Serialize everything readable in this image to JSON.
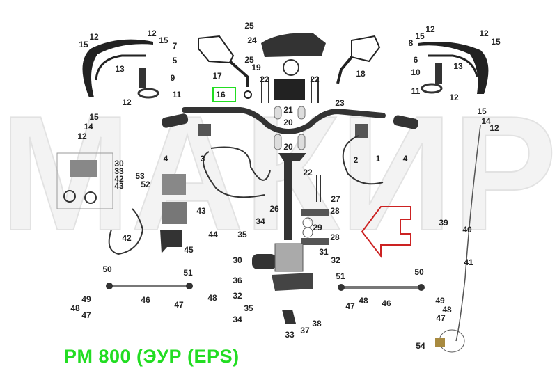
{
  "title": "PM 800 (ЭУР (EPS)",
  "watermark": "МАКИР",
  "highlighted_part": "16",
  "colors": {
    "title": "#22dd22",
    "highlight": "#22dd22",
    "arrow": "#cc2222",
    "parts": "#222222"
  },
  "labels": [
    "12",
    "15",
    "12",
    "15",
    "7",
    "5",
    "13",
    "9",
    "11",
    "12",
    "15",
    "14",
    "12",
    "25",
    "24",
    "25",
    "19",
    "17",
    "16",
    "22",
    "22",
    "21",
    "23",
    "20",
    "20",
    "18",
    "12",
    "15",
    "12",
    "8",
    "15",
    "6",
    "13",
    "10",
    "11",
    "12",
    "15",
    "14",
    "12",
    "4",
    "3",
    "2",
    "1",
    "4",
    "30",
    "33",
    "42",
    "43",
    "53",
    "52",
    "22",
    "27",
    "26",
    "28",
    "34",
    "29",
    "35",
    "28",
    "43",
    "44",
    "42",
    "45",
    "31",
    "30",
    "32",
    "36",
    "32",
    "35",
    "34",
    "33",
    "37",
    "38",
    "50",
    "51",
    "49",
    "46",
    "48",
    "47",
    "47",
    "48",
    "51",
    "50",
    "48",
    "46",
    "47",
    "49",
    "48",
    "47",
    "39",
    "40",
    "41",
    "54"
  ]
}
